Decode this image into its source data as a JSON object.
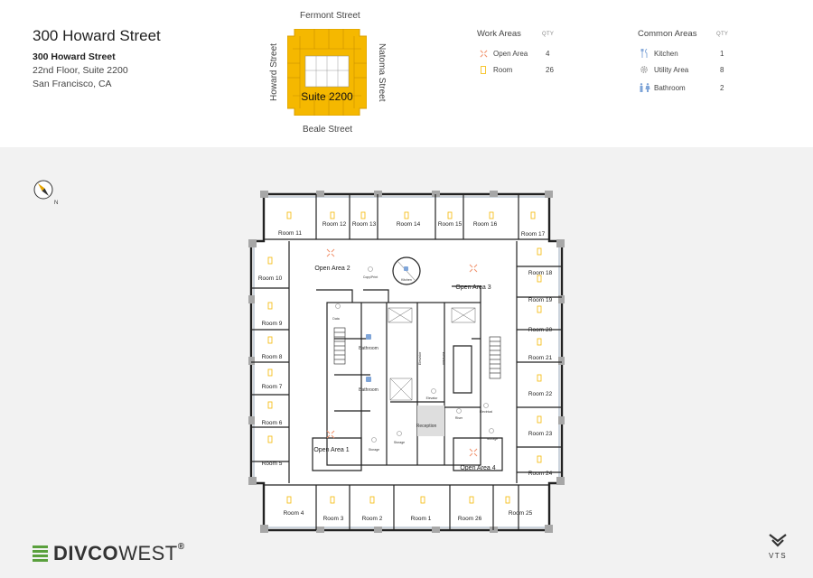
{
  "building": {
    "title": "300 Howard Street",
    "address_line1": "300 Howard Street",
    "address_line2": "22nd Floor, Suite 2200",
    "address_line3": "San Francisco, CA"
  },
  "keymap": {
    "north": "Fermont Street",
    "south": "Beale Street",
    "west": "Howard Street",
    "east": "Natoma Street",
    "suite_label": "Suite 2200",
    "highlight_color": "#f5b800"
  },
  "legend": {
    "qty_header": "QTY",
    "work_areas": {
      "title": "Work Areas",
      "items": [
        {
          "label": "Open Area",
          "qty": "4",
          "icon": "open-area-icon"
        },
        {
          "label": "Room",
          "qty": "26",
          "icon": "room-icon"
        }
      ]
    },
    "common_areas": {
      "title": "Common Areas",
      "items": [
        {
          "label": "Kitchen",
          "qty": "1",
          "icon": "kitchen-icon"
        },
        {
          "label": "Utility Area",
          "qty": "8",
          "icon": "utility-gear-icon"
        },
        {
          "label": "Bathroom",
          "qty": "2",
          "icon": "bathroom-icon"
        }
      ]
    }
  },
  "floorplan": {
    "rooms": [
      "Room 11",
      "Room 12",
      "Room 13",
      "Room 14",
      "Room 15",
      "Room 16",
      "Room 17",
      "Room 10",
      "Room 9",
      "Room 8",
      "Room 7",
      "Room 6",
      "Room 5",
      "Room 4",
      "Room 3",
      "Room 2",
      "Room 1",
      "Room 26",
      "Room 25",
      "Room 24",
      "Room 23",
      "Room 22",
      "Room 21",
      "Room 20",
      "Room 19",
      "Room 18"
    ],
    "open_areas": [
      "Open Area 1",
      "Open Area 2",
      "Open Area 3",
      "Open Area 4"
    ],
    "labels": {
      "bathroom": "Bathroom",
      "kitchen": "Kitchen",
      "copy_print": "Copy/Print",
      "data": "Data",
      "elevator": "Elevator",
      "storage": "Storage",
      "reception": "Reception",
      "riser": "Riser",
      "electrical": "Electrical"
    }
  },
  "brand": {
    "logo_bold": "DIVCO",
    "logo_light": "WEST",
    "logo_reg": "®",
    "vts_label": "VTS",
    "accent_green": "#5aa03d"
  },
  "compass_label": "N"
}
